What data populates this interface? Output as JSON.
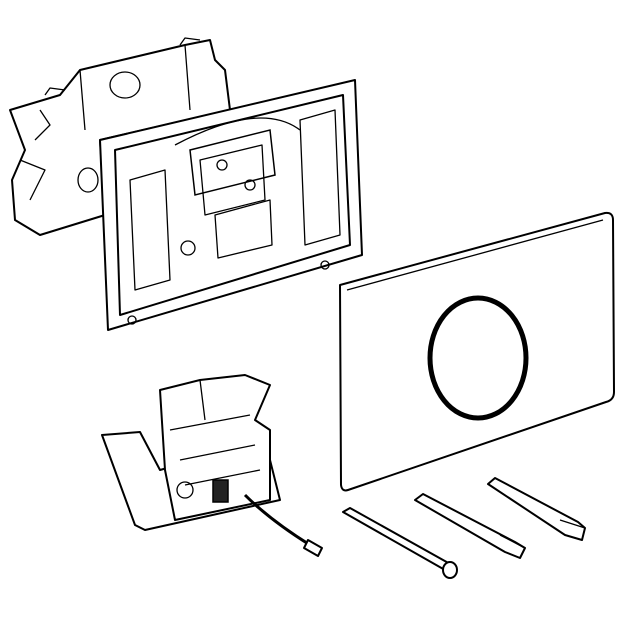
{
  "diagram": {
    "kind": "exploded technical line drawing",
    "colors": {
      "line": "#000000",
      "background": "#ffffff"
    },
    "parts": [
      "mounting-frame",
      "back-bracket",
      "cover-plate",
      "actuator-module",
      "actuation-rods"
    ]
  }
}
